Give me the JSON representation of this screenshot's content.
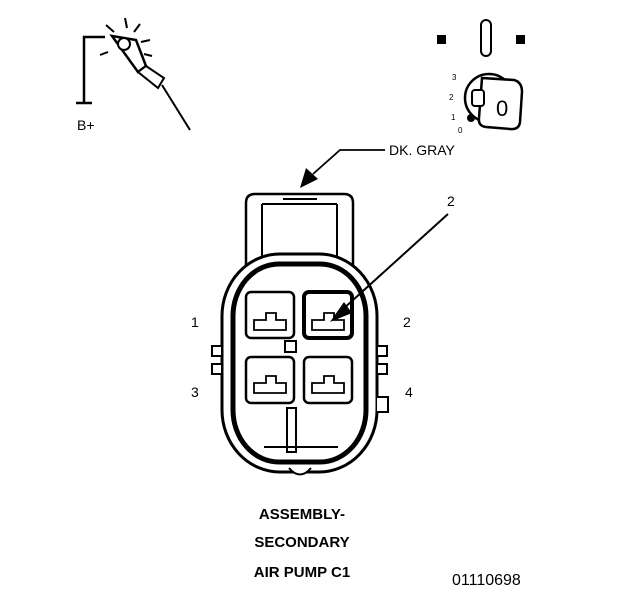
{
  "test_light": {
    "supply_label": "B+"
  },
  "ignition": {
    "positions": [
      "3",
      "2",
      "1",
      "0"
    ],
    "key_label": "0"
  },
  "wire": {
    "color_label": "DK. GRAY"
  },
  "callout": {
    "pin_number": "2"
  },
  "pins": [
    "1",
    "2",
    "3",
    "4"
  ],
  "title": {
    "line1": "ASSEMBLY-",
    "line2": "SECONDARY",
    "line3": "AIR PUMP C1"
  },
  "figure_id": "01110698"
}
